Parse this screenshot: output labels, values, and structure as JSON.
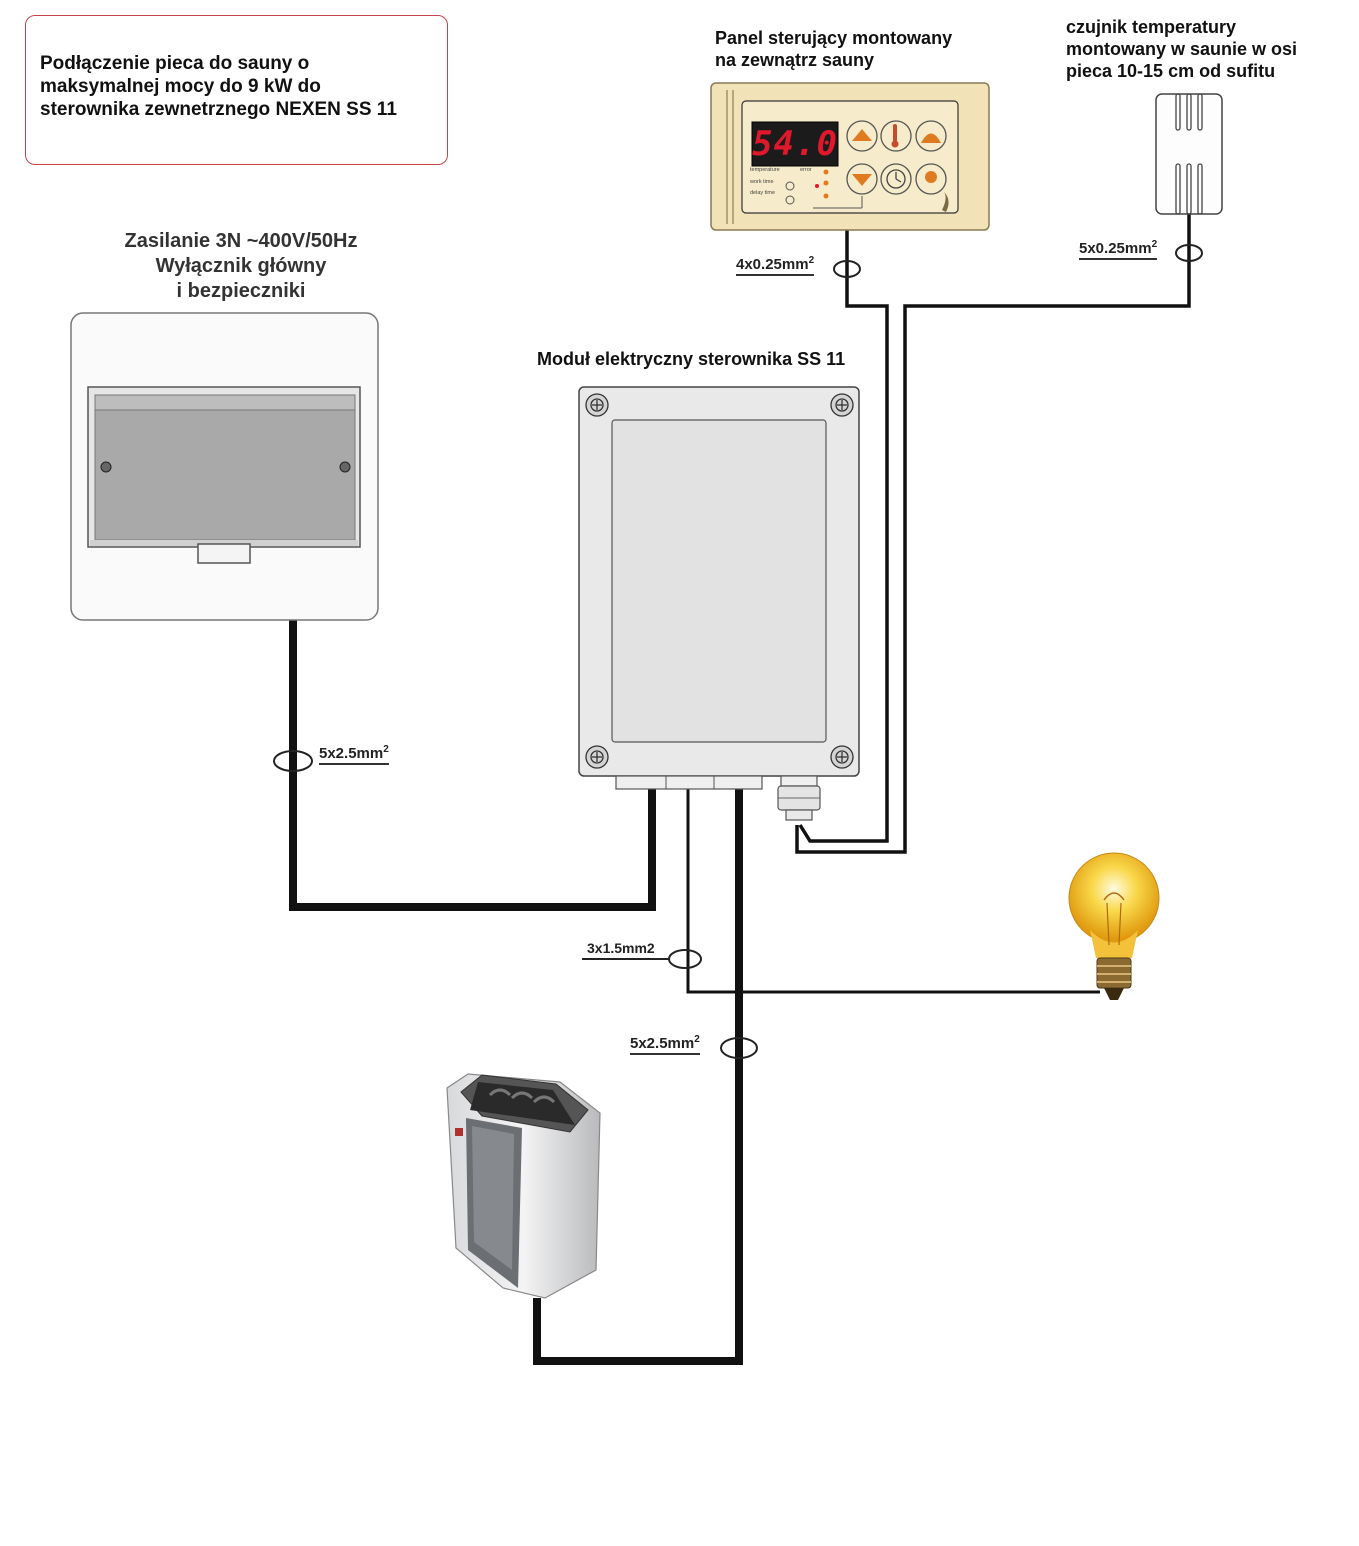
{
  "title": {
    "lines": [
      "Podłączenie pieca do sauny o",
      "maksymalnej mocy do 9 kW do",
      "sterownika zewnetrznego NEXEN SS 11"
    ]
  },
  "power_supply": {
    "lines": [
      "Zasilanie 3N ~400V/50Hz",
      "Wyłącznik główny",
      "i bezpieczniki"
    ]
  },
  "control_panel": {
    "lines": [
      "Panel sterujący montowany",
      "na zewnątrz sauny"
    ],
    "display_value": "54.0",
    "small_labels": [
      "temperature",
      "work time",
      "delay time",
      "error"
    ]
  },
  "temp_sensor": {
    "lines": [
      "czujnik temperatury",
      "montowany w saunie w osi",
      "pieca 10-15 cm od sufitu"
    ]
  },
  "module": {
    "label": "Moduł elektryczny sterownika SS 11"
  },
  "cables": {
    "panel": {
      "text": "4x0.25mm",
      "sup": "2"
    },
    "sensor": {
      "text": "5x0.25mm",
      "sup": "2"
    },
    "supply": {
      "text": "5x2.5mm",
      "sup": "2"
    },
    "light": {
      "text": "3x1.5mm2",
      "sup": ""
    },
    "heater": {
      "text": "5x2.5mm",
      "sup": "2"
    }
  },
  "colors": {
    "title_border": "#c8444c",
    "panel_body": "#f1e2b8",
    "display_digits": "#e0182c",
    "button_accent": "#e07a20",
    "bulb_glow": "#f6c21a"
  }
}
